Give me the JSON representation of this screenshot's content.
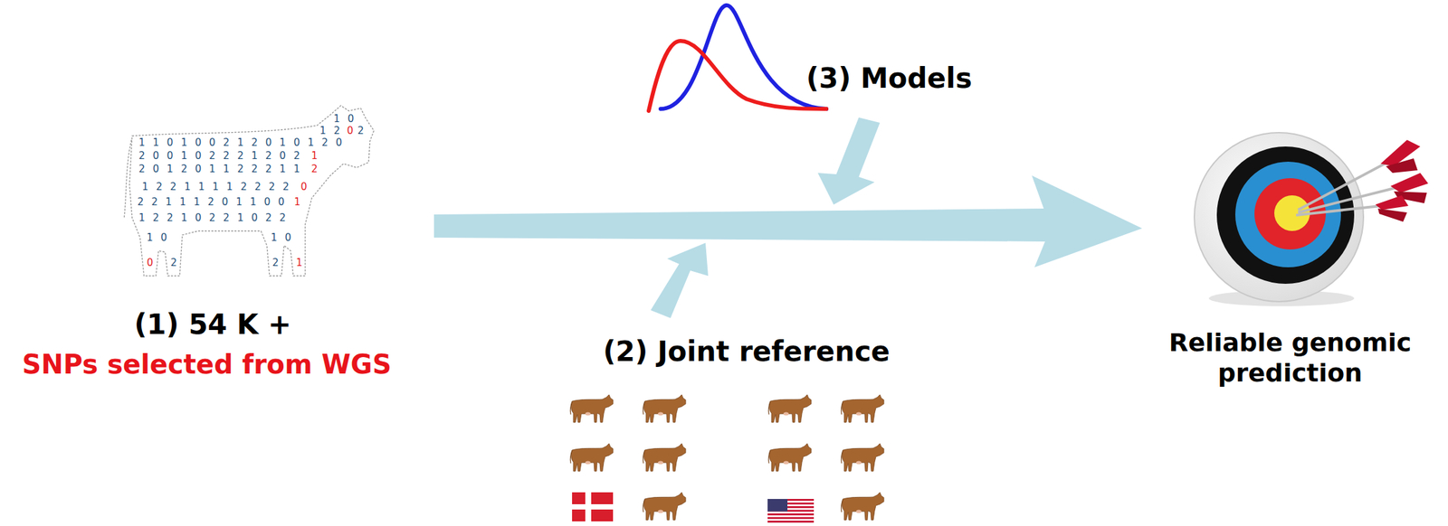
{
  "diagram": {
    "labels": [
      "(1) 54 K +",
      "SNPs selected from WGS",
      "(3) Models",
      "(2) Joint reference",
      "Reliable genomic prediction",
      "1 0",
      "1 2",
      "0",
      "2",
      "1 1 0 1 0 0 2 1 2 0 1 0 1 2 0",
      "1",
      "2 0 0 1 0 2 2 2 1 2 0 2",
      "2 0 1 2 0 1 1 2 2 2 1 1",
      "2",
      "1 2 2 1 1 1 1 2 2 2 2",
      "0",
      "2 2 1 1 1 2 0 1 1 0 0",
      "1",
      "1 2 2 1 0 2 2 1 0 2 2",
      "1 0",
      "0",
      "2",
      "1 0",
      "2",
      "1"
    ]
  }
}
